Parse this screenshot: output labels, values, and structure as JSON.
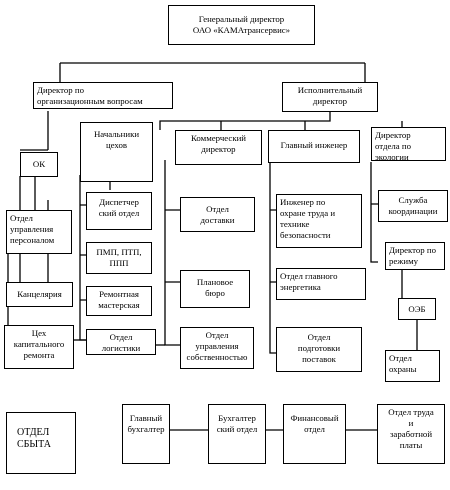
{
  "boxes": {
    "gen_director": "Генеральный директор\nОАО «КАМАтрансервис»",
    "dir_org": "Директор по\nорганизационным вопросам",
    "exec_dir": "Исполнительный\nдиректор",
    "ok": "ОК",
    "hr_dept": "Отдел\nуправления\nперсоналом",
    "office": "Канцелярия",
    "cap_repair": "Цех\nкапитального\nремонта",
    "shop_heads": "Начальники\nцехов",
    "dispatch": "Диспетчер\nский отдел",
    "pmp": "ПМП, ПТП,\nППП",
    "repair_shop": "Ремонтная\nмастерская",
    "logistics": "Отдел\nлогистики",
    "commercial_dir": "Коммерческий\nдиректор",
    "delivery": "Отдел\nдоставки",
    "planning": "Плановое\nбюро",
    "property": "Отдел\nуправления\nсобственностью",
    "chief_engineer": "Главный инженер",
    "safety_eng": "Инженер по\nохране труда и\nтехнике\nбезопасности",
    "power_dept": "Отдел главного\nэнергетика",
    "supply_prep": "Отдел\nподготовки\nпоставок",
    "ecology_dir": "Директор\nотдела по\nэкологии",
    "coordination": "Служба\nкоординации",
    "regime_dir": "Директор по\nрежиму",
    "oeb": "ОЭБ",
    "security": "Отдел\nохраны",
    "sales": "ОТДЕЛ\nСБЫТА",
    "chief_accountant": "Главный\nбухгалтер",
    "accounting": "Бухгалтер\nский отдел",
    "finance": "Финансовый\nотдел",
    "labor_wages": "Отдел труда\nи\nзаработной\nплаты"
  }
}
